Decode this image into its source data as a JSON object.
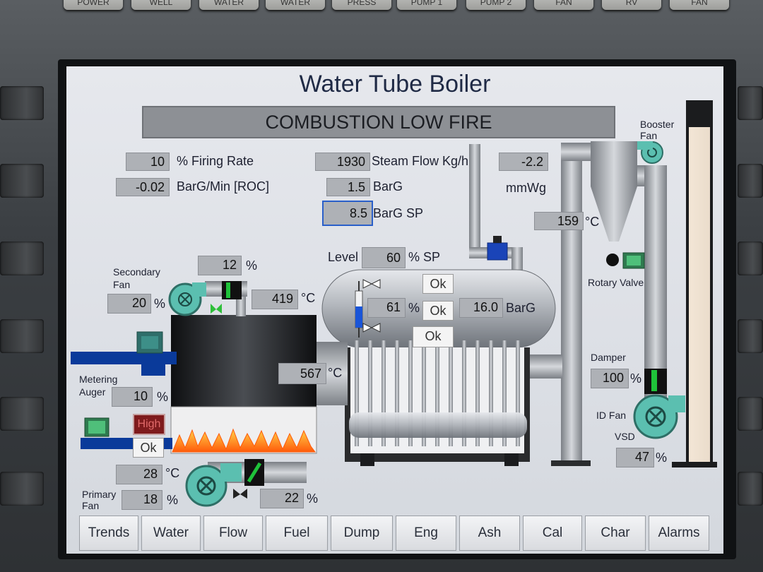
{
  "hardware_keys": [
    "POWER",
    "WELL",
    "WATER",
    "WATER",
    "PRESS",
    "PUMP 1",
    "PUMP 2",
    "FAN",
    "RV",
    "FAN"
  ],
  "title": "Water Tube Boiler",
  "banner": "COMBUSTION LOW FIRE",
  "firing_rate": {
    "value": "10",
    "label": "% Firing Rate"
  },
  "roc": {
    "value": "-0.02",
    "label": "BarG/Min [ROC]"
  },
  "steam_flow": {
    "value": "1930",
    "label": "Steam Flow Kg/h"
  },
  "pressure": {
    "value": "1.5",
    "label": "BarG"
  },
  "pressure_sp": {
    "value": "8.5",
    "label": "BarG SP"
  },
  "draft": {
    "value": "-2.2",
    "label": "mmWg"
  },
  "stack_temp": {
    "value": "159",
    "unit": "°C"
  },
  "booster_fan": {
    "label": "Booster\nFan"
  },
  "rotary_valve": {
    "label": "Rotary Valve"
  },
  "level_sp": {
    "label": "Level",
    "value": "60",
    "unit": "% SP"
  },
  "secondary_fan": {
    "label": "Secondary\nFan",
    "value": "20",
    "unit": "%"
  },
  "secondary_damper": {
    "value": "12",
    "unit": "%"
  },
  "furnace_temp": {
    "value": "419",
    "unit": "°C"
  },
  "drum_level": {
    "value": "61",
    "unit": "%"
  },
  "drum_pressure": {
    "value": "16.0",
    "unit": "BarG"
  },
  "ok_labels": {
    "ok1": "Ok",
    "ok2": "Ok",
    "ok3": "Ok",
    "ok4": "Ok"
  },
  "gas_temp": {
    "value": "567",
    "unit": "°C"
  },
  "metering_auger": {
    "label": "Metering\nAuger",
    "value": "10",
    "unit": "%"
  },
  "high_alarm": "High",
  "fuel_temp": {
    "value": "28",
    "unit": "°C"
  },
  "primary_fan": {
    "label": "Primary\nFan",
    "value": "18",
    "unit": "%"
  },
  "primary_damper": {
    "value": "22",
    "unit": "%"
  },
  "damper": {
    "label": "Damper",
    "value": "100",
    "unit": "%"
  },
  "id_fan": {
    "label": "ID Fan",
    "vsd_label": "VSD",
    "value": "47",
    "unit": "%"
  },
  "nav": [
    "Trends",
    "Water",
    "Flow",
    "Fuel",
    "Dump",
    "Eng",
    "Ash",
    "Cal",
    "Char",
    "Alarms"
  ],
  "colors": {
    "fan": "#5bbfb0",
    "flame": "#ff7a1a",
    "pipe_blue": "#0a3a9a",
    "status_green": "#1fc23a"
  }
}
